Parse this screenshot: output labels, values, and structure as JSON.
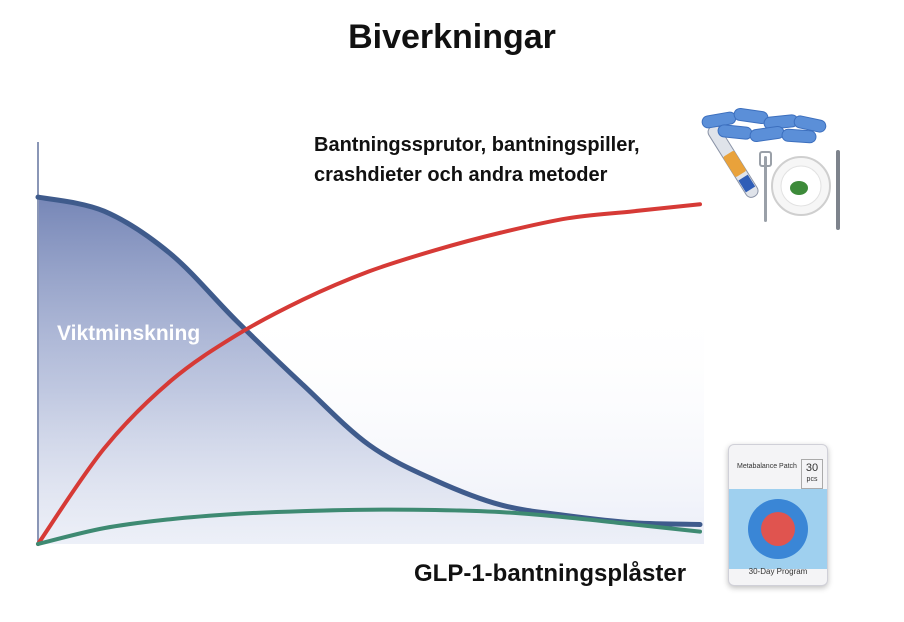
{
  "title": "Biverkningar",
  "labels": {
    "top_line1": "Bantningssprutor, bantningspiller,",
    "top_line2": "crashdieter och andra metoder",
    "bottom": "GLP-1-bantningsplåster",
    "inner": "Viktminskning"
  },
  "icons": {
    "pills": "pen-injector-and-pills-icon",
    "plate": "plate-fork-knife-icon",
    "patch": "patch-package-icon"
  },
  "patch": {
    "brand": "Metabalance Patch",
    "count": "30",
    "count_unit": "pcs",
    "program": "30-Day Program"
  },
  "colors": {
    "weight_loss": "#3f5b8c",
    "side_effects_other": "#d63a36",
    "side_effects_patch": "#3e8a72"
  },
  "chart_data": {
    "type": "line",
    "title": "Biverkningar",
    "xlabel": "",
    "ylabel": "",
    "grid": false,
    "x_range": [
      0,
      10
    ],
    "y_range": [
      0,
      10
    ],
    "series": [
      {
        "name": "Viktminskning",
        "x": [
          0,
          1,
          2,
          3,
          4,
          5,
          6,
          7,
          8,
          9,
          10
        ],
        "values": [
          9.8,
          9.4,
          8.2,
          6.3,
          4.5,
          2.8,
          1.8,
          1.1,
          0.8,
          0.6,
          0.55
        ],
        "fill": true
      },
      {
        "name": "Bantningssprutor, bantningspiller, crashdieter och andra metoder",
        "x": [
          0,
          1,
          2,
          3,
          4,
          5,
          6,
          7,
          8,
          9,
          10
        ],
        "values": [
          0,
          2.7,
          4.6,
          5.9,
          6.9,
          7.7,
          8.3,
          8.8,
          9.2,
          9.4,
          9.6
        ]
      },
      {
        "name": "GLP-1-bantningsplåster",
        "x": [
          0,
          1,
          2,
          3,
          4,
          5,
          6,
          7,
          8,
          9,
          10
        ],
        "values": [
          0,
          0.45,
          0.7,
          0.85,
          0.93,
          0.97,
          0.96,
          0.9,
          0.75,
          0.55,
          0.35
        ]
      }
    ]
  }
}
